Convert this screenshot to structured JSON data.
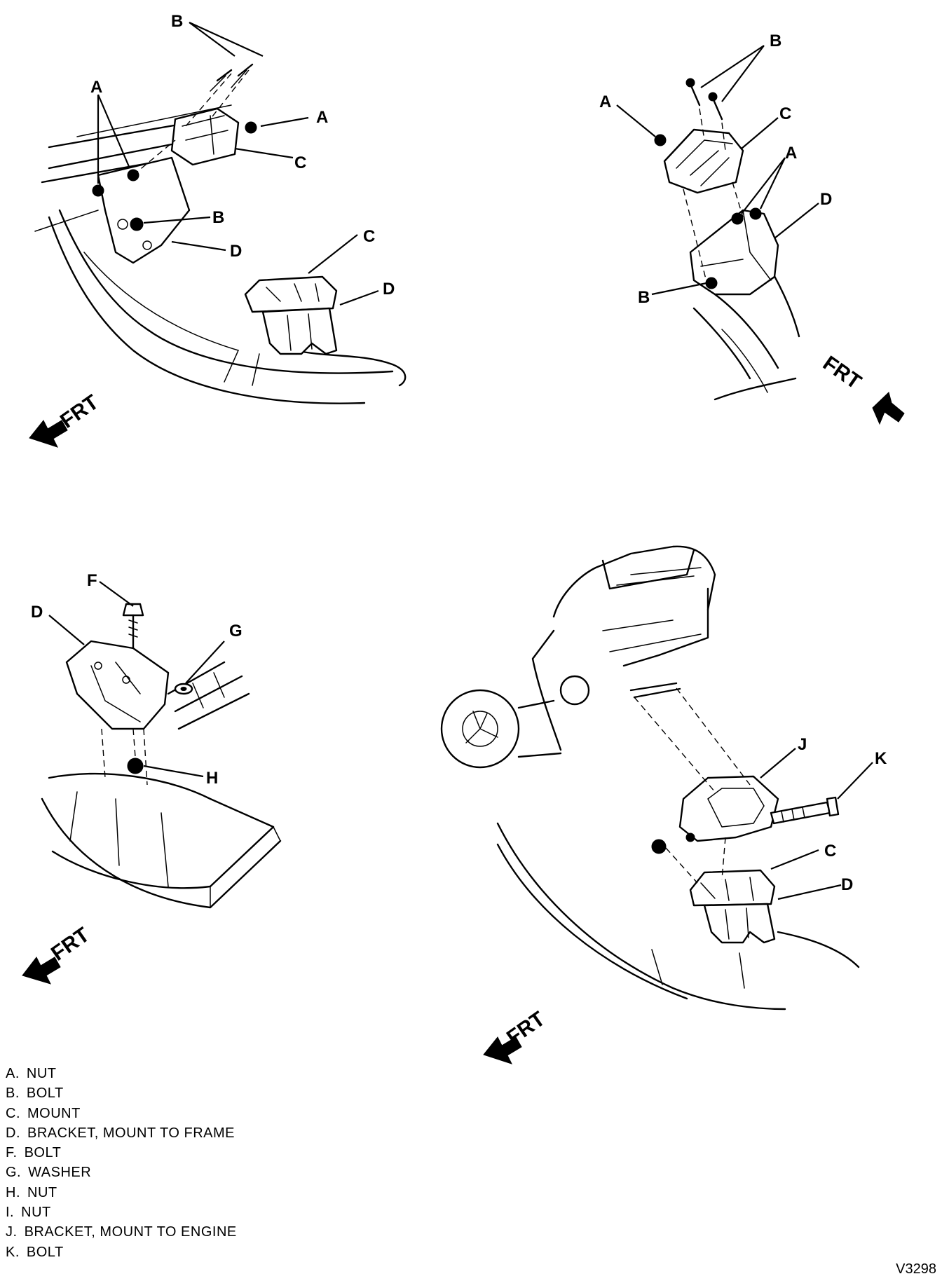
{
  "callouts": {
    "A": "A",
    "B": "B",
    "C": "C",
    "D": "D",
    "F": "F",
    "G": "G",
    "H": "H",
    "J": "J",
    "K": "K"
  },
  "direction_label": "FRT",
  "legend": [
    {
      "key": "A.",
      "text": "NUT"
    },
    {
      "key": "B.",
      "text": "BOLT"
    },
    {
      "key": "C.",
      "text": "MOUNT"
    },
    {
      "key": "D.",
      "text": "BRACKET, MOUNT TO FRAME"
    },
    {
      "key": "F.",
      "text": "BOLT"
    },
    {
      "key": "G.",
      "text": "WASHER"
    },
    {
      "key": "H.",
      "text": "NUT"
    },
    {
      "key": "I.",
      "text": "NUT"
    },
    {
      "key": "J.",
      "text": "BRACKET, MOUNT TO ENGINE"
    },
    {
      "key": "K.",
      "text": "BOLT"
    }
  ],
  "figure_code": "V3298"
}
